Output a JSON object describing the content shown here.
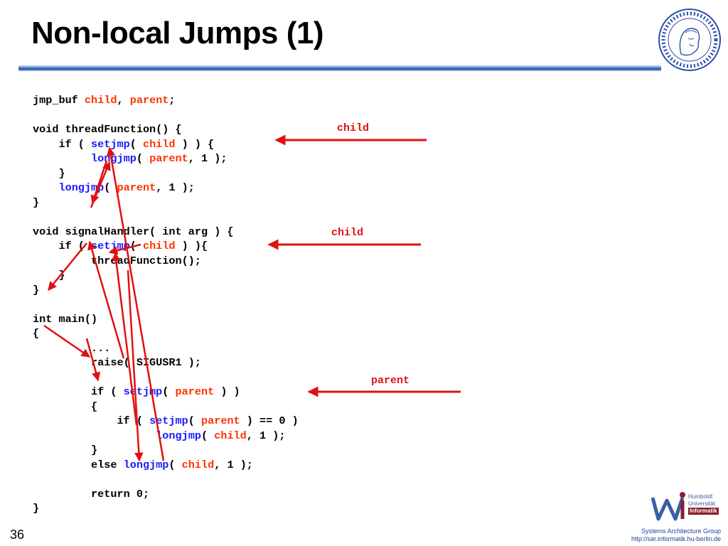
{
  "slide": {
    "title": "Non-local Jumps (1)",
    "page_number": "36"
  },
  "code_lines": [
    [
      {
        "t": "jmp_buf "
      },
      {
        "t": "child",
        "c": "var"
      },
      {
        "t": ", "
      },
      {
        "t": "parent",
        "c": "var"
      },
      {
        "t": ";"
      }
    ],
    [],
    [
      {
        "t": "void threadFunction() {"
      }
    ],
    [
      {
        "t": "    if ( "
      },
      {
        "t": "setjmp",
        "c": "kw"
      },
      {
        "t": "( "
      },
      {
        "t": "child",
        "c": "var"
      },
      {
        "t": " ) ) {"
      }
    ],
    [
      {
        "t": "         "
      },
      {
        "t": "longjmp",
        "c": "kw"
      },
      {
        "t": "( "
      },
      {
        "t": "parent",
        "c": "var"
      },
      {
        "t": ", 1 );"
      }
    ],
    [
      {
        "t": "    }"
      }
    ],
    [
      {
        "t": "    "
      },
      {
        "t": "longjmp",
        "c": "kw"
      },
      {
        "t": "( "
      },
      {
        "t": "parent",
        "c": "var"
      },
      {
        "t": ", 1 );"
      }
    ],
    [
      {
        "t": "}"
      }
    ],
    [],
    [
      {
        "t": "void signalHandler( int arg ) {"
      }
    ],
    [
      {
        "t": "    if ( "
      },
      {
        "t": "setjmp",
        "c": "kw"
      },
      {
        "t": "( "
      },
      {
        "t": "child",
        "c": "var"
      },
      {
        "t": " ) ){"
      }
    ],
    [
      {
        "t": "         threadFunction();"
      }
    ],
    [
      {
        "t": "    }"
      }
    ],
    [
      {
        "t": "}"
      }
    ],
    [],
    [
      {
        "t": "int main()"
      }
    ],
    [
      {
        "t": "{"
      }
    ],
    [
      {
        "t": "         ..."
      }
    ],
    [
      {
        "t": "         raise( SIGUSR1 );"
      }
    ],
    [],
    [
      {
        "t": "         if ( "
      },
      {
        "t": "setjmp",
        "c": "kw"
      },
      {
        "t": "( "
      },
      {
        "t": "parent",
        "c": "var"
      },
      {
        "t": " ) )"
      }
    ],
    [
      {
        "t": "         {"
      }
    ],
    [
      {
        "t": "             if ( "
      },
      {
        "t": "setjmp",
        "c": "kw"
      },
      {
        "t": "( "
      },
      {
        "t": "parent",
        "c": "var"
      },
      {
        "t": " ) == 0 )"
      }
    ],
    [
      {
        "t": "                   "
      },
      {
        "t": "longjmp",
        "c": "kw"
      },
      {
        "t": "( "
      },
      {
        "t": "child",
        "c": "var"
      },
      {
        "t": ", 1 );"
      }
    ],
    [
      {
        "t": "         }"
      }
    ],
    [
      {
        "t": "         else "
      },
      {
        "t": "longjmp",
        "c": "kw"
      },
      {
        "t": "( "
      },
      {
        "t": "child",
        "c": "var"
      },
      {
        "t": ", 1 );"
      }
    ],
    [],
    [
      {
        "t": "         return 0;"
      }
    ],
    [
      {
        "t": "}"
      }
    ]
  ],
  "annotations": {
    "label_1": "child",
    "label_2": "child",
    "label_3": "parent"
  },
  "logo": {
    "line1": "Humboldt",
    "line2": "Universität",
    "line3": "Informatik"
  },
  "footer": {
    "group": "Systems Architecture Group",
    "url": "http://sar.informatik.hu-berlin.de"
  },
  "colors": {
    "keyword": "#1a1aff",
    "variable": "#ff3300",
    "arrow": "#e01010"
  }
}
